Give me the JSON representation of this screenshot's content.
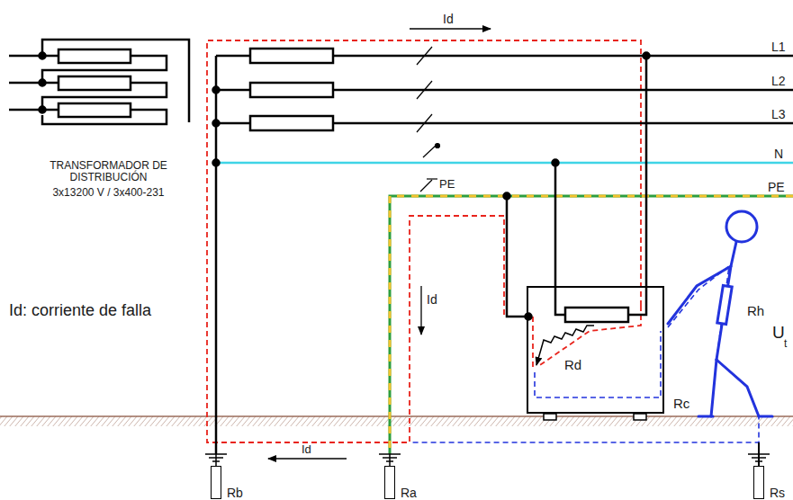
{
  "diagram": {
    "nodes": [
      {
        "text": [
          "Rd"
        ]
      },
      {
        "text": [
          "Rb"
        ]
      },
      {
        "text": [
          "Ra"
        ]
      },
      {
        "text": [
          "Rs"
        ]
      }
    ],
    "labels": [
      "Id",
      "L1",
      "L2",
      "L3",
      "N",
      "PE",
      "PE",
      "TRANSFORMADOR DE DISTRIBUCIÓN",
      "3x13200 V / 3x400-231",
      "Id: corriente de falla",
      "Id",
      "Rh",
      "U",
      "t",
      "Rc",
      "Id"
    ]
  }
}
